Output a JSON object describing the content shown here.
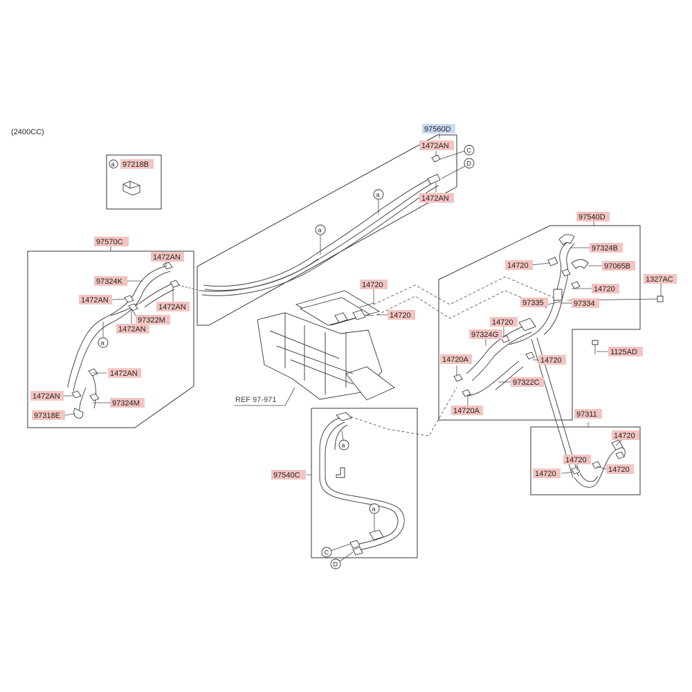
{
  "engine_note": "(2400CC)",
  "ref_note": "REF 97-971",
  "circle_letters": {
    "a": "a",
    "c": "C",
    "d": "D"
  },
  "colors": {
    "label_bg": "#f3c4c0",
    "highlight_bg": "#c9daf3",
    "line": "#333333"
  },
  "labels": [
    {
      "id": "l01",
      "text": "97560D",
      "highlight": true
    },
    {
      "id": "l02",
      "text": "1472AN"
    },
    {
      "id": "l03",
      "text": "1472AN"
    },
    {
      "id": "l04",
      "text": "97218B"
    },
    {
      "id": "l05",
      "text": "97570C"
    },
    {
      "id": "l06",
      "text": "1472AN"
    },
    {
      "id": "l07",
      "text": "97324K"
    },
    {
      "id": "l08",
      "text": "1472AN"
    },
    {
      "id": "l09",
      "text": "1472AN"
    },
    {
      "id": "l10",
      "text": "97322M"
    },
    {
      "id": "l11",
      "text": "1472AN"
    },
    {
      "id": "l12",
      "text": "1472AN"
    },
    {
      "id": "l13",
      "text": "1472AN"
    },
    {
      "id": "l14",
      "text": "97324M"
    },
    {
      "id": "l15",
      "text": "97318E"
    },
    {
      "id": "l16",
      "text": "14720"
    },
    {
      "id": "l17",
      "text": "14720"
    },
    {
      "id": "l18",
      "text": "97540D"
    },
    {
      "id": "l19",
      "text": "97324B"
    },
    {
      "id": "l20",
      "text": "14720"
    },
    {
      "id": "l21",
      "text": "97065B"
    },
    {
      "id": "l22",
      "text": "14720"
    },
    {
      "id": "l23",
      "text": "1327AC"
    },
    {
      "id": "l24",
      "text": "97335"
    },
    {
      "id": "l25",
      "text": "97334"
    },
    {
      "id": "l26",
      "text": "14720"
    },
    {
      "id": "l27",
      "text": "97324G"
    },
    {
      "id": "l28",
      "text": "1125AD"
    },
    {
      "id": "l29",
      "text": "14720A"
    },
    {
      "id": "l30",
      "text": "14720"
    },
    {
      "id": "l31",
      "text": "97322C"
    },
    {
      "id": "l32",
      "text": "14720A"
    },
    {
      "id": "l33",
      "text": "97311"
    },
    {
      "id": "l34",
      "text": "14720"
    },
    {
      "id": "l35",
      "text": "14720"
    },
    {
      "id": "l36",
      "text": "14720"
    },
    {
      "id": "l37",
      "text": "14720"
    },
    {
      "id": "l38",
      "text": "97540C"
    }
  ]
}
